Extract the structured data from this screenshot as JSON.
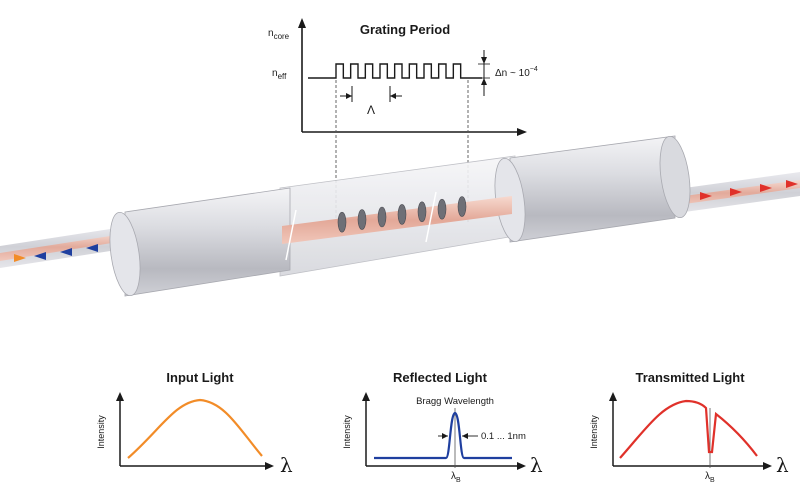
{
  "grating": {
    "title": "Grating Period",
    "n_core": "n",
    "n_core_sub": "core",
    "n_eff": "n",
    "n_eff_sub": "eff",
    "period_symbol": "Λ",
    "delta_n_text": "Δn ~ 10",
    "delta_n_exp": "−4",
    "period_count": 9
  },
  "fiber": {
    "grating_marks": 7
  },
  "panels": {
    "input": {
      "title": "Input Light",
      "ylabel": "Intensity",
      "xlabel": "λ",
      "color": "#f28c28"
    },
    "reflected": {
      "title": "Reflected Light",
      "ylabel": "Intensity",
      "xlabel": "λ",
      "annotation": "Bragg Wavelength",
      "bandwidth": "0.1 ... 1nm",
      "lambda_b": "λ",
      "lambda_b_sub": "B",
      "color": "#1f3f9f"
    },
    "transmitted": {
      "title": "Transmitted Light",
      "ylabel": "Intensity",
      "xlabel": "λ",
      "lambda_b": "λ",
      "lambda_b_sub": "B",
      "color": "#e0312a"
    }
  },
  "colors": {
    "arrow_in": "#f28c28",
    "arrow_back": "#1f3f9f",
    "arrow_out": "#e0312a",
    "fiber_core": "#e8b8a8"
  }
}
